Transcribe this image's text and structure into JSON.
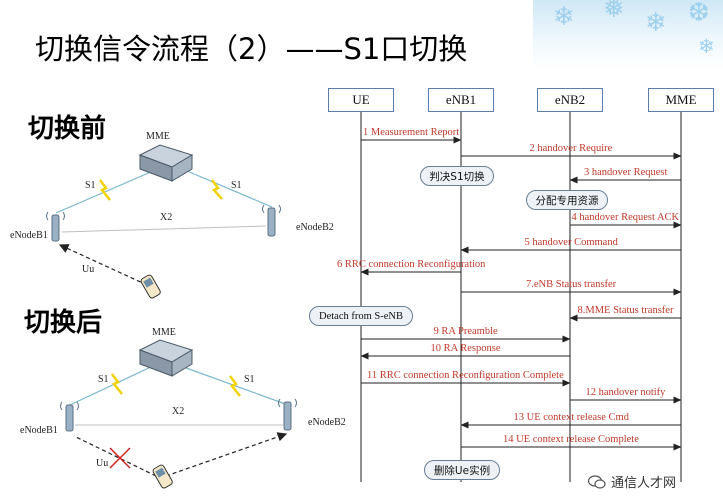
{
  "title": "切换信令流程（2）——S1口切换",
  "before": {
    "label": "切换前",
    "mme": "MME",
    "s1_left": "S1",
    "s1_right": "S1",
    "x2": "X2",
    "enb1": "eNodeB1",
    "enb2": "eNodeB2",
    "uu": "Uu"
  },
  "after": {
    "label": "切换后",
    "mme": "MME",
    "s1_left": "S1",
    "s1_right": "S1",
    "x2": "X2",
    "enb1": "eNodeB1",
    "enb2": "eNodeB2",
    "uu": "Uu"
  },
  "sequence": {
    "entities": [
      "UE",
      "eNB1",
      "eNB2",
      "MME"
    ],
    "messages": [
      {
        "label": "1 Measurement Report",
        "from": "UE",
        "to": "eNB1"
      },
      {
        "label": "2 handover Require",
        "from": "eNB1",
        "to": "MME"
      },
      {
        "label": "3 handover Request",
        "from": "MME",
        "to": "eNB2"
      },
      {
        "label": "4  handover Request ACK",
        "from": "eNB2",
        "to": "MME"
      },
      {
        "label": "5 handover Command",
        "from": "MME",
        "to": "eNB1"
      },
      {
        "label": "6 RRC connection Reconfiguration",
        "from": "eNB1",
        "to": "UE"
      },
      {
        "label": "7.eNB Status transfer",
        "from": "eNB1",
        "to": "MME"
      },
      {
        "label": "8.MME Status transfer",
        "from": "MME",
        "to": "eNB2"
      },
      {
        "label": "9 RA Preamble",
        "from": "UE",
        "to": "eNB2"
      },
      {
        "label": "10 RA Response",
        "from": "eNB2",
        "to": "UE"
      },
      {
        "label": "11 RRC connection Reconfiguration Complete",
        "from": "UE",
        "to": "eNB2"
      },
      {
        "label": "12 handover notify",
        "from": "eNB2",
        "to": "MME"
      },
      {
        "label": "13 UE context release Cmd",
        "from": "MME",
        "to": "eNB1"
      },
      {
        "label": "14 UE context release Complete",
        "from": "eNB1",
        "to": "MME"
      }
    ],
    "notes": {
      "decide": "判决S1切换",
      "allocate": "分配专用资源",
      "detach": "Detach from S-eNB",
      "delete": "删除Ue实例"
    }
  },
  "watermark": "通信人才网",
  "colors": {
    "message_text": "#c0392b",
    "lifeline": "#222222",
    "entity_border": "#5a7fa8",
    "s1_link": "#f2d200"
  }
}
